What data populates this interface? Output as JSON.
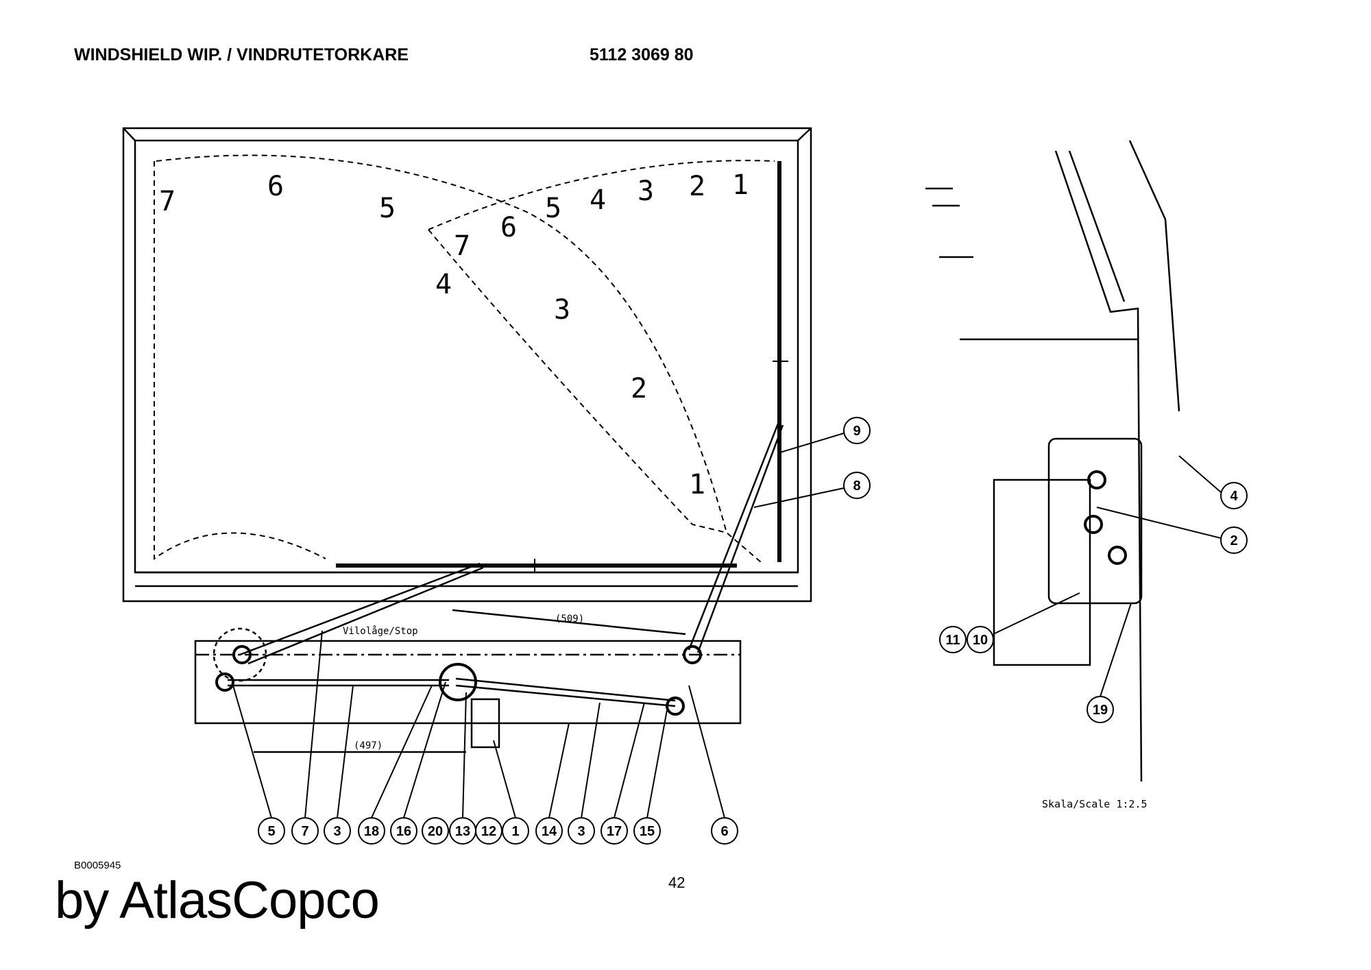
{
  "header": {
    "title": "WINDSHIELD WIP. / VINDRUTETORKARE",
    "part_number": "5112 3069 80"
  },
  "footer": {
    "drawing_id": "B0005945",
    "page_number": "42",
    "brand": "by AtlasCopco"
  },
  "drawing": {
    "sweep_left": [
      "7",
      "6",
      "5",
      "4",
      "3",
      "2",
      "1"
    ],
    "sweep_right": [
      "5",
      "4",
      "3",
      "2",
      "1"
    ],
    "sweep_mid": [
      "6",
      "7"
    ],
    "dimension_top": "(509)",
    "dimension_bottom": "(497)",
    "park_label": "Vilolåge/Stop",
    "scale_label": "Skala/Scale 1:2.5",
    "callouts_front": [
      "5",
      "7",
      "3",
      "18",
      "16",
      "20",
      "13",
      "12",
      "1",
      "14",
      "3",
      "17",
      "15",
      "6"
    ],
    "callout_9": "9",
    "callout_8": "8",
    "callouts_side": {
      "c4": "4",
      "c2": "2",
      "c11": "11",
      "c10": "10",
      "c19": "19"
    }
  }
}
